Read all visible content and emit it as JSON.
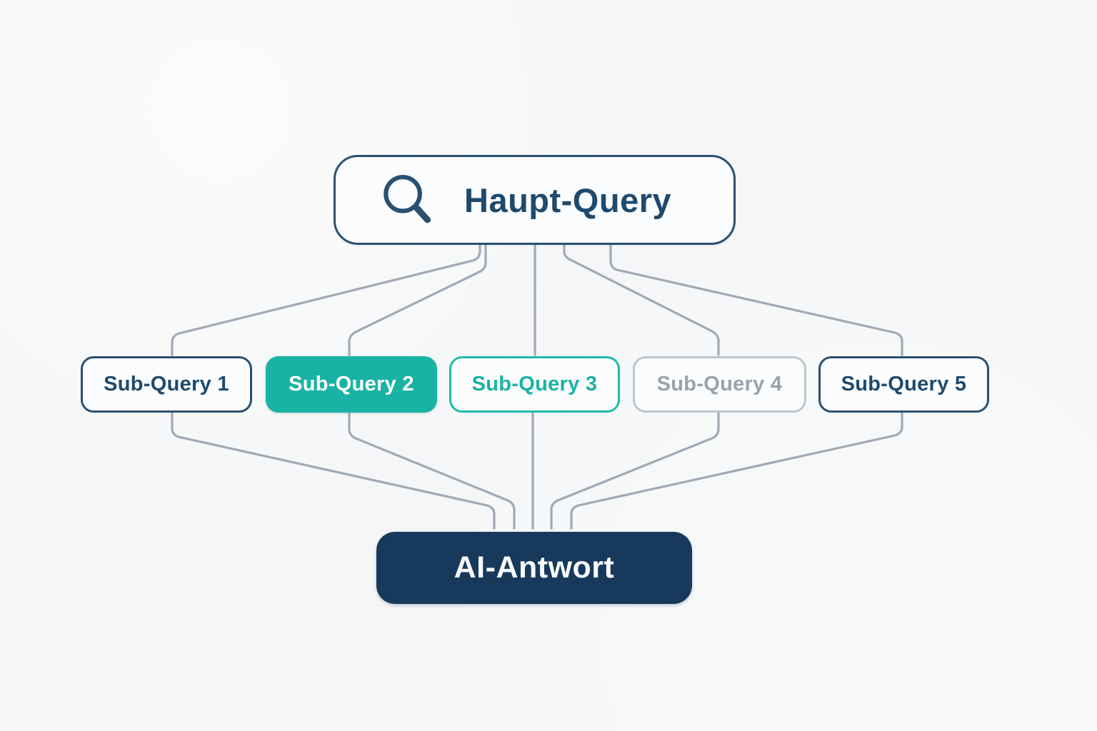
{
  "diagram": {
    "main_query": {
      "label": "Haupt-Query",
      "icon": "search"
    },
    "sub_queries": [
      {
        "label": "Sub-Query 1",
        "style": "outline-navy"
      },
      {
        "label": "Sub-Query 2",
        "style": "filled-teal"
      },
      {
        "label": "Sub-Query 3",
        "style": "outline-teal"
      },
      {
        "label": "Sub-Query 4",
        "style": "outline-gray"
      },
      {
        "label": "Sub-Query 5",
        "style": "outline-navy"
      }
    ],
    "answer": {
      "label": "AI-Antwort"
    }
  },
  "colors": {
    "background": "#f5f6f7",
    "node-bg": "#fbfcfd",
    "navy": "#2a5070",
    "navy-text": "#1e4a6d",
    "teal": "#19b3a5",
    "teal-border": "#1fbaab",
    "gray-border": "#bec5cc",
    "gray-text": "#99a2ad",
    "answer-bg": "#17395b",
    "connector": "#a0a9b5"
  }
}
